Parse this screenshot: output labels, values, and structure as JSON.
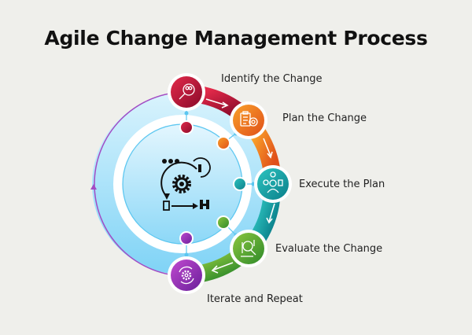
{
  "title": "Agile Change Management Process",
  "center": {
    "icon": "agile-cycle-gear-icon"
  },
  "steps": [
    {
      "label": "Identify the Change",
      "icon": "magnifier-search-icon",
      "color": "#c4123a"
    },
    {
      "label": "Plan the Change",
      "icon": "clipboard-target-icon",
      "color": "#f07a1a"
    },
    {
      "label": "Execute the Plan",
      "icon": "team-execution-icon",
      "color": "#13a3a8"
    },
    {
      "label": "Evaluate the Change",
      "icon": "chart-magnifier-icon",
      "color": "#5aaa2e"
    },
    {
      "label": "Iterate and Repeat",
      "icon": "cycle-gear-icon",
      "color": "#8a2fb3"
    }
  ],
  "colors": {
    "background": "#efefeb",
    "disc": "#bfe9fb",
    "loop_arrow": "#a24cc4",
    "connector": "#5bc6f0"
  }
}
